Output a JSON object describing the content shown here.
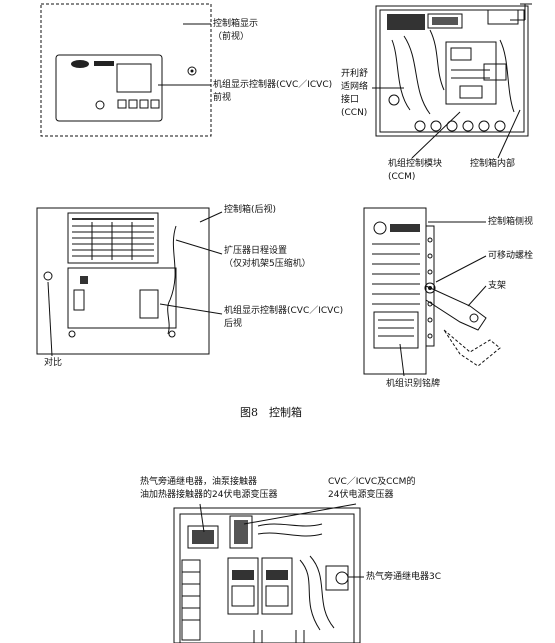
{
  "figure8": {
    "caption": "图8　控制箱",
    "labels": {
      "display_front_l1": "控制箱显示",
      "display_front_l2": "（前视）",
      "controller_front_l1": "机组显示控制器(CVC／ICVC)",
      "controller_front_l2": "前视",
      "ccn_l1": "开利舒",
      "ccn_l2": "适网络",
      "ccn_l3": "接口",
      "ccn_l4": "(CCN)",
      "ccm_l1": "机组控制模块",
      "ccm_l2": "(CCM)",
      "box_inside": "控制箱内部",
      "box_rear": "控制箱(后视)",
      "expander_l1": "扩压器日程设置",
      "expander_l2": "（仅对机架5压缩机）",
      "controller_rear_l1": "机组显示控制器(CVC／ICVC)",
      "controller_rear_l2": "后视",
      "contrast": "对比",
      "box_side": "控制箱侧视",
      "thumbscrew": "可移动螺栓",
      "bracket": "支架",
      "nameplate": "机组识别铭牌"
    }
  },
  "figure9": {
    "labels": {
      "relays_l1": "热气旁通继电器，油泵接触器",
      "relays_l2": "油加热器接触器的24伏电源变压器",
      "transformer_l1": "CVC／ICVC及CCM的",
      "transformer_l2": "24伏电源变压器",
      "hgbp_relay": "热气旁通继电器3C"
    }
  }
}
